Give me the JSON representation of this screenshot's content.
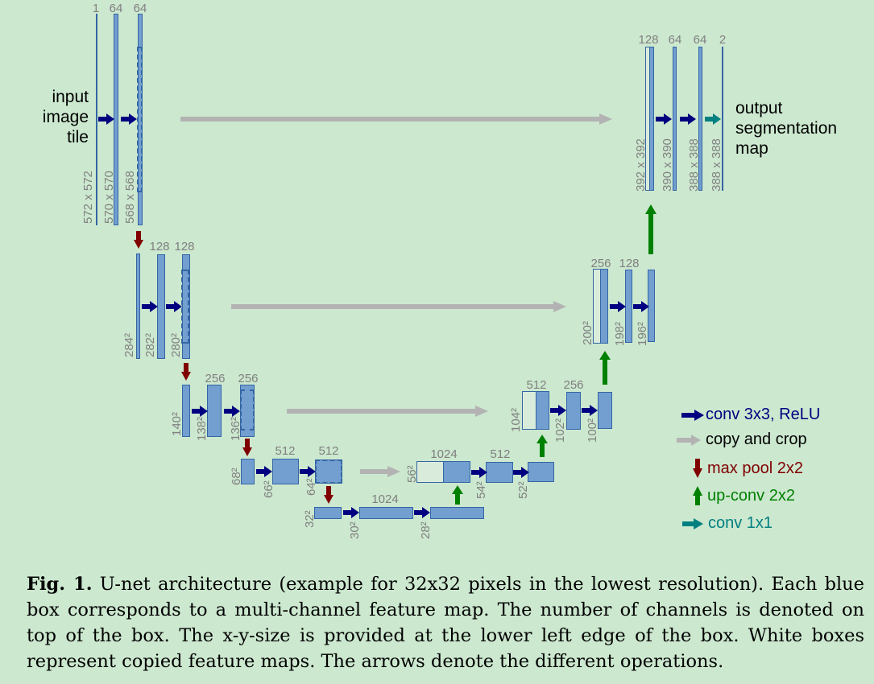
{
  "labels": {
    "input": [
      "input",
      "image",
      "tile"
    ],
    "output": [
      "output",
      "segmentation",
      "map"
    ]
  },
  "colors": {
    "background": "#cce8cf",
    "feature_map": "#729fcf",
    "feature_border": "#3465a4",
    "conv": "#000080",
    "copy": "#b3b3b3",
    "pool": "#800000",
    "upconv": "#008000",
    "conv1x1": "#008080"
  },
  "encoder": {
    "level1": {
      "channels": [
        "1",
        "64",
        "64"
      ],
      "sizes": [
        "572 x 572",
        "570 x 570",
        "568 x 568"
      ]
    },
    "level2": {
      "channels": [
        "128",
        "128"
      ],
      "sizes": [
        "284²",
        "282²",
        "280²"
      ]
    },
    "level3": {
      "channels": [
        "256",
        "256"
      ],
      "sizes": [
        "140²",
        "138²",
        "136²"
      ]
    },
    "level4": {
      "channels": [
        "512",
        "512"
      ],
      "sizes": [
        "68²",
        "66²",
        "64²"
      ]
    },
    "bottom": {
      "channels": [
        "1024"
      ],
      "sizes": [
        "32²",
        "30²",
        "28²"
      ]
    }
  },
  "decoder": {
    "level4": {
      "channels": [
        "1024",
        "512"
      ],
      "sizes": [
        "56²",
        "54²",
        "52²"
      ]
    },
    "level3": {
      "channels": [
        "512",
        "256"
      ],
      "sizes": [
        "104²",
        "102²",
        "100²"
      ]
    },
    "level2": {
      "channels": [
        "256",
        "128"
      ],
      "sizes": [
        "200²",
        "198²",
        "196²"
      ]
    },
    "level1": {
      "channels": [
        "128",
        "64",
        "64",
        "2"
      ],
      "sizes": [
        "392 x 392",
        "390 x 390",
        "388 x 388",
        "388 x 388"
      ]
    }
  },
  "legend": [
    {
      "icon": "conv-arrow-icon",
      "label": "conv 3x3, ReLU",
      "color": "#000080"
    },
    {
      "icon": "copy-arrow-icon",
      "label": "copy and crop",
      "color": "#000000"
    },
    {
      "icon": "maxpool-arrow-icon",
      "label": "max pool 2x2",
      "color": "#800000"
    },
    {
      "icon": "upconv-arrow-icon",
      "label": "up-conv 2x2",
      "color": "#008000"
    },
    {
      "icon": "conv1x1-arrow-icon",
      "label": "conv 1x1",
      "color": "#008080"
    }
  ],
  "caption": {
    "prefix": "Fig. 1.",
    "text": " U-net architecture (example for 32x32 pixels in the lowest resolution). Each blue box corresponds to a multi-channel feature map. The number of channels is denoted on top of the box. The x-y-size is provided at the lower left edge of the box. White boxes represent copied feature maps. The arrows denote the different operations."
  }
}
